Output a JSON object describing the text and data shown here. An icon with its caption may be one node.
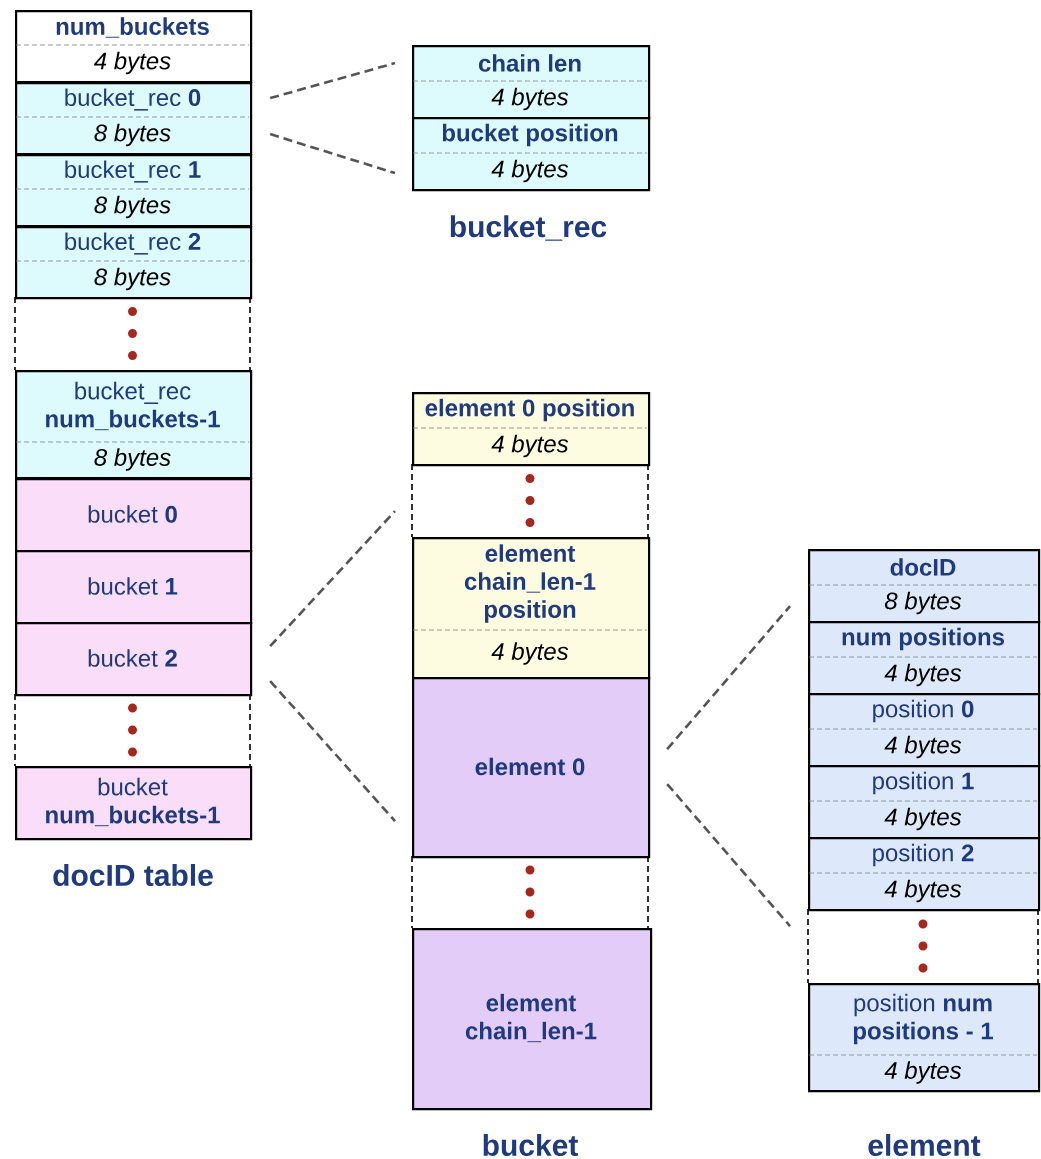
{
  "diagram": {
    "nodes": [
      {
        "text": [
          "num_buckets",
          "4 bytes"
        ]
      },
      {
        "text": [
          "bucket_rec **0**",
          "8 bytes"
        ]
      },
      {
        "text": [
          "bucket_rec **1**",
          "8 bytes"
        ]
      },
      {
        "text": [
          "bucket_rec **2**",
          "8 bytes"
        ]
      },
      {
        "text": [
          "bucket_rec **num_buckets-1**",
          "8 bytes"
        ]
      },
      {
        "text": [
          "bucket **0**"
        ]
      },
      {
        "text": [
          "bucket **1**"
        ]
      },
      {
        "text": [
          "bucket **2**"
        ]
      },
      {
        "text": [
          "bucket **num_buckets-1**"
        ]
      },
      {
        "text": [
          "chain len",
          "4 bytes"
        ]
      },
      {
        "text": [
          "bucket position",
          "4 bytes"
        ]
      },
      {
        "text": [
          "element 0 position",
          "4 bytes"
        ]
      },
      {
        "text": [
          "element chain_len-1 position",
          "4 bytes"
        ]
      },
      {
        "text": [
          "element 0"
        ]
      },
      {
        "text": [
          "element chain_len-1"
        ]
      },
      {
        "text": [
          "docID",
          "8 bytes"
        ]
      },
      {
        "text": [
          "num positions",
          "4 bytes"
        ]
      },
      {
        "text": [
          "position **0**",
          "4 bytes"
        ]
      },
      {
        "text": [
          "position **1**",
          "4 bytes"
        ]
      },
      {
        "text": [
          "position **2**",
          "4 bytes"
        ]
      },
      {
        "text": [
          "position **num positions - 1**",
          "4 bytes"
        ]
      }
    ],
    "edges": [
      {
        "from": 1,
        "to": 9,
        "arrow": "none",
        "style": "dashed"
      },
      {
        "from": 1,
        "to": 10,
        "arrow": "none",
        "style": "dashed"
      },
      {
        "from": 7,
        "to": 12,
        "arrow": "none",
        "style": "dashed"
      },
      {
        "from": 7,
        "to": 13,
        "arrow": "none",
        "style": "dashed"
      },
      {
        "from": 13,
        "to": 15,
        "arrow": "none",
        "style": "dashed"
      },
      {
        "from": 13,
        "to": 19,
        "arrow": "none",
        "style": "dashed"
      }
    ],
    "labels": [
      "bucket_rec",
      "docID table",
      "bucket",
      "element"
    ]
  }
}
